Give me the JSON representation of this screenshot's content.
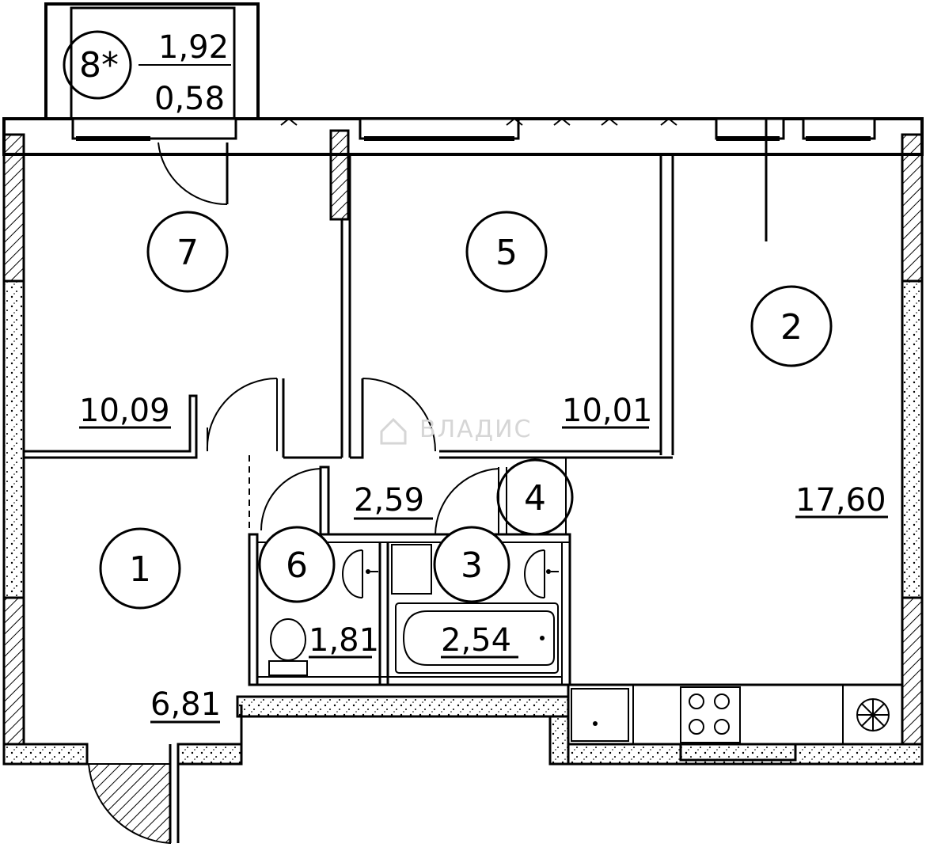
{
  "plan": {
    "watermark": "ВЛАДИС",
    "rooms": [
      {
        "num": "1",
        "area": "6,81"
      },
      {
        "num": "2",
        "area": "17,60"
      },
      {
        "num": "3",
        "area": "2,54"
      },
      {
        "num": "4",
        "area": "2,59"
      },
      {
        "num": "5",
        "area": "10,01"
      },
      {
        "num": "6",
        "area": "1,81"
      },
      {
        "num": "7",
        "area": "10,09"
      },
      {
        "num": "8*",
        "area_top": "1,92",
        "area_bottom": "0,58"
      }
    ]
  },
  "colors": {
    "line": "#000000",
    "background": "#ffffff",
    "watermark": "#d6d6d6"
  }
}
